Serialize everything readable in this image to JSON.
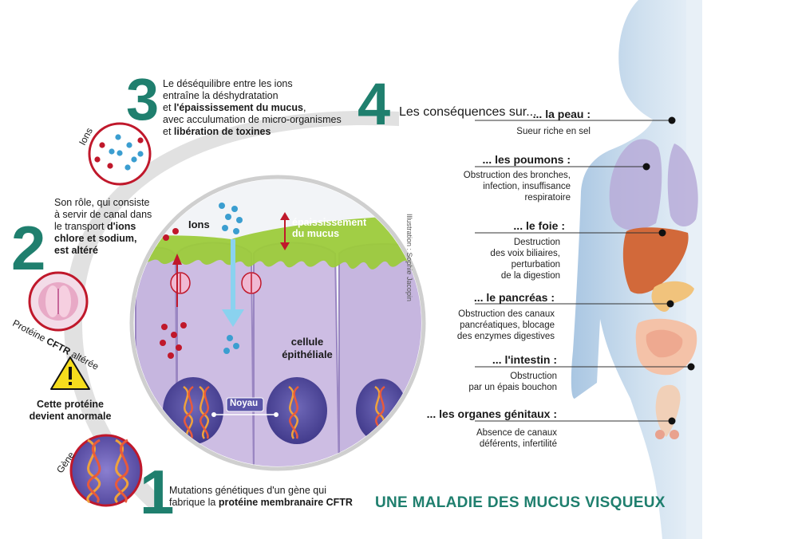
{
  "title": "UNE MALADIE DES MUCUS VISQUEUX",
  "colors": {
    "accent": "#1f7f6e",
    "mucus": "#9ccb3b",
    "cell": "#c9b8dc",
    "body": "#c7dbed",
    "circle_border": "#c0182b"
  },
  "steps": {
    "s1": {
      "number": "1",
      "line1": "Mutations génétiques d'un gène qui",
      "line2_plain": "fabrique la ",
      "line2_bold": "protéine membranaire CFTR"
    },
    "s2": {
      "number": "2",
      "l1": "Son rôle, qui consiste",
      "l2": "à servir de canal  dans",
      "l3_plain": "le transport ",
      "l3_bold": "d'ions",
      "l4": "chlore et sodium,",
      "l5": "est altéré"
    },
    "s3": {
      "number": "3",
      "l1": "Le déséquilibre entre les ions",
      "l2": "entraîne la déshydratation",
      "l3_plain": "et ",
      "l3_bold": "l'épaississement du mucus",
      "l3_end": ",",
      "l4": "avec acculumation de micro-organismes",
      "l5_plain": "et ",
      "l5_bold": "libération de toxines"
    },
    "s4": {
      "number": "4",
      "text": "Les conséquences sur..."
    }
  },
  "circle_labels": {
    "ions": "Ions",
    "cftr_plain": "Protéine ",
    "cftr_bold": "CFTR",
    "cftr_end": " altérée",
    "gene": "Gène"
  },
  "warning": {
    "l1": "Cette protéine",
    "l2": "devient anormale",
    "icon": "warning-icon"
  },
  "cell_view": {
    "ions": "Ions",
    "mucus_l1": "épaississement",
    "mucus_l2": "du mucus",
    "cell_l1": "cellule",
    "cell_l2": "épithéliale",
    "noyau": "Noyau",
    "credit": "Illustration : Sophie Jacopin"
  },
  "organs": [
    {
      "title": "... la peau :",
      "desc": [
        "Sueur riche en sel"
      ]
    },
    {
      "title": "... les poumons :",
      "desc": [
        "Obstruction des bronches,",
        "infection, insuffisance",
        "respiratoire"
      ]
    },
    {
      "title": "... le foie :",
      "desc": [
        "Destruction",
        "des voix biliaires,",
        "perturbation",
        "de la digestion"
      ]
    },
    {
      "title": "... le pancréas :",
      "desc": [
        "Obstruction des canaux",
        "pancréatiques, blocage",
        "des enzymes digestives"
      ]
    },
    {
      "title": "... l'intestin :",
      "desc": [
        "Obstruction",
        "par un épais bouchon"
      ]
    },
    {
      "title": "... les organes génitaux :",
      "desc": [
        "Absence de canaux",
        "déférents, infertilité"
      ]
    }
  ]
}
